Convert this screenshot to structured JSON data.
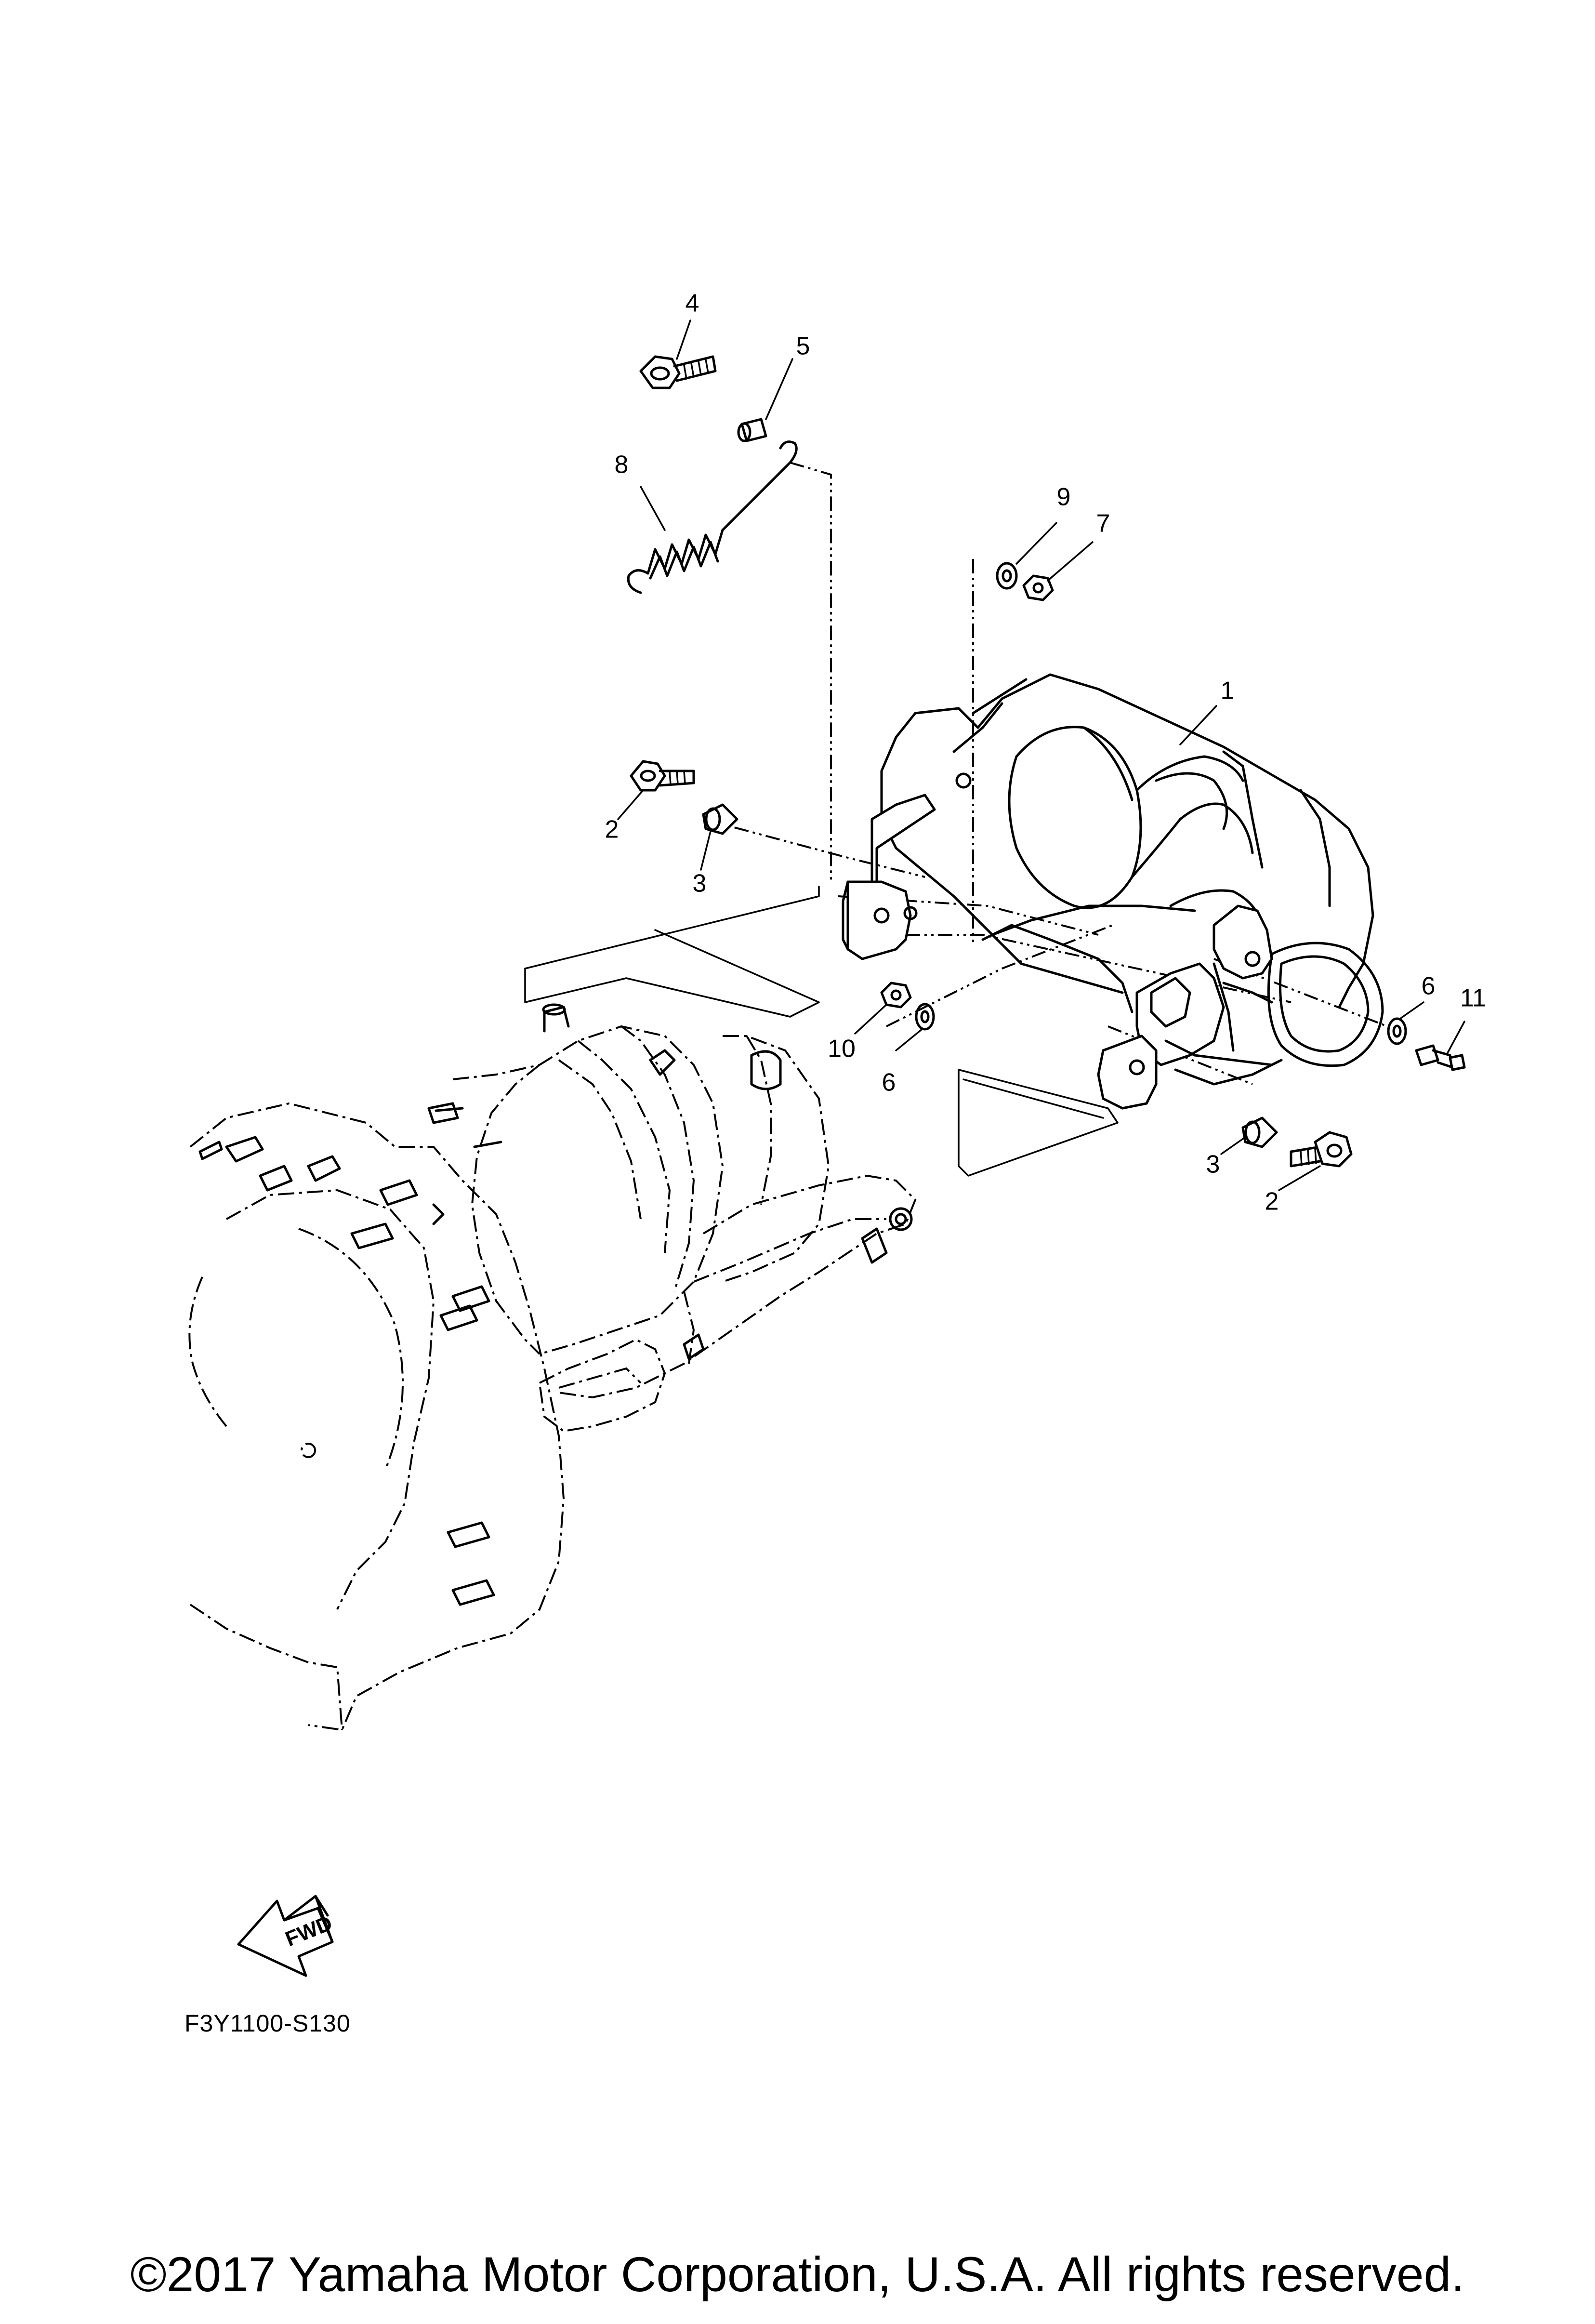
{
  "callouts": {
    "c1": "1",
    "c2a": "2",
    "c2b": "2",
    "c3a": "3",
    "c3b": "3",
    "c4": "4",
    "c5": "5",
    "c6a": "6",
    "c6b": "6",
    "c7": "7",
    "c8": "8",
    "c9": "9",
    "c10": "10",
    "c11": "11"
  },
  "direction_badge": "FWD",
  "diagram_code": "F3Y1100-S130",
  "copyright": "©2017 Yamaha Motor Corporation, U.S.A. All rights reserved."
}
